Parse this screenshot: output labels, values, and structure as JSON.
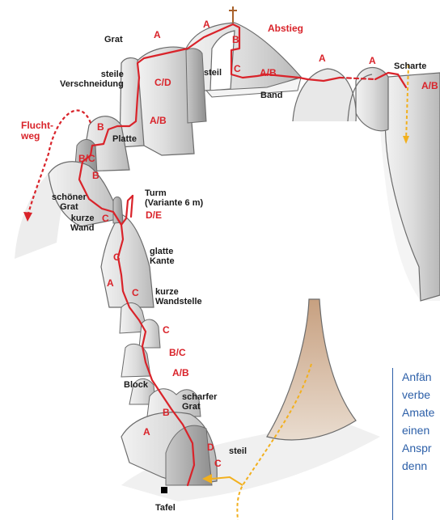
{
  "colors": {
    "route": "#d9232a",
    "escape": "#d9232a",
    "descent_path": "#f2b01e",
    "rock": "#dcdcdc",
    "rock_edge": "#6b6b6b",
    "text_blue": "#2c5fa8",
    "label": "#1a1a1a",
    "cross": "#a8612a"
  },
  "icons": {
    "summit": "summit-cross-icon",
    "tafel": "tafel-square-icon"
  },
  "labels": {
    "grat": "Grat",
    "steile_verschneidung": "steile\nVerschneidung",
    "fluchtweg": "Flucht-\nweg",
    "platte": "Platte",
    "steil_summit": "steil",
    "band": "Band",
    "abstieg": "Abstieg",
    "scharte": "Scharte",
    "turm": "Turm\n(Variante 6 m)",
    "schoener_grat": "schöner\nGrat",
    "kurze_wand": "kurze\nWand",
    "glatte_kante": "glatte\nKante",
    "kurze_wandstelle": "kurze\nWandstelle",
    "block": "Block",
    "scharfer_grat": "scharfer\nGrat",
    "steil_base": "steil",
    "tafel": "Tafel"
  },
  "grades": {
    "g_a_grat": "A",
    "g_a_summit": "A",
    "g_b_summit": "B",
    "g_c_summit": "C",
    "g_ab_band": "A/B",
    "g_a_ridge1": "A",
    "g_a_ridge2": "A",
    "g_ab_scharte": "A/B",
    "g_cd": "C/D",
    "g_ab_upper": "A/B",
    "g_b_platte": "B",
    "g_bc_upper": "B/C",
    "g_b_mid": "B",
    "g_de": "D/E",
    "g_c_wand": "C",
    "g_c_kante": "C",
    "g_a_kante": "A",
    "g_c_wandstelle": "C",
    "g_c_lower": "C",
    "g_bc_lower": "B/C",
    "g_ab_lower": "A/B",
    "g_b_low": "B",
    "g_a_low": "A",
    "g_d_base": "D",
    "g_c_base": "C"
  },
  "side_text": {
    "lines": [
      "Anfän",
      "verbe",
      "Amate",
      "einen",
      "Anspr",
      "denn"
    ]
  }
}
